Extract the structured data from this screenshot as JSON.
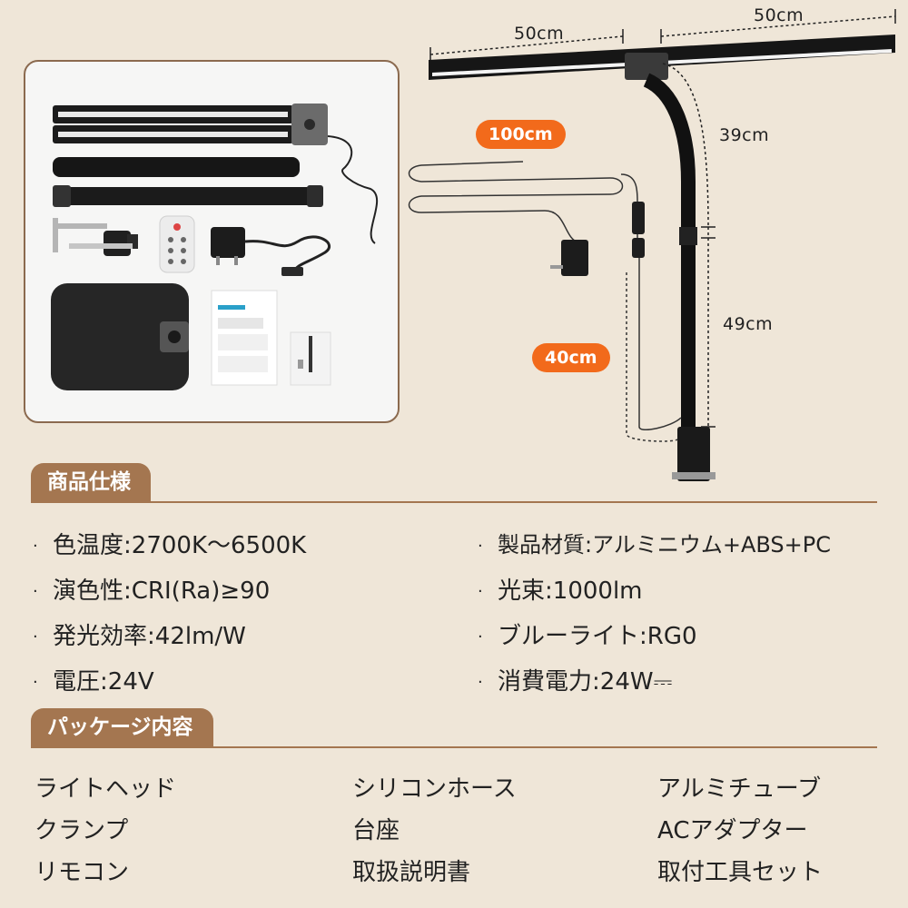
{
  "dimensions": {
    "head_left": "50cm",
    "head_right": "50cm",
    "upper_arm": "39cm",
    "lower_arm": "49cm",
    "cable_long": "100cm",
    "cable_short": "40cm"
  },
  "specs": {
    "title": "商品仕様",
    "left": [
      {
        "label": "色温度",
        "value": "2700K〜6500K"
      },
      {
        "label": "演色性",
        "value": "CRI(Ra)≥90"
      },
      {
        "label": "発光効率",
        "value": "42lm/W"
      },
      {
        "label": "電圧",
        "value": "24V"
      }
    ],
    "right": [
      {
        "label": "製品材質",
        "value": "アルミニウム+ABS+PC"
      },
      {
        "label": "光束",
        "value": "1000lm"
      },
      {
        "label": "ブルーライト",
        "value": "RG0"
      },
      {
        "label": "消費電力",
        "value": "24W⎓"
      }
    ]
  },
  "package": {
    "title": "パッケージ内容",
    "rows": [
      [
        "ライトヘッド",
        "シリコンホース",
        "アルミチューブ"
      ],
      [
        "クランプ",
        "台座",
        "ACアダプター"
      ],
      [
        "リモコン",
        "取扱説明書",
        "取付工具セット"
      ]
    ]
  }
}
